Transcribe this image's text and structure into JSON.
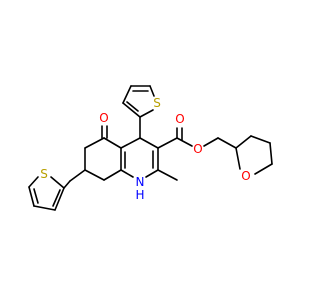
{
  "colors": {
    "bond": "#000000",
    "carbon": "#000000",
    "oxygen": "#ff0000",
    "nitrogen": "#0000ff",
    "sulfur": "#b8a000",
    "background": "#ffffff"
  },
  "atoms": [
    {
      "id": "o_ketone",
      "label": "O",
      "element": "oxygen"
    },
    {
      "id": "s_top_thiophene",
      "label": "S",
      "element": "sulfur"
    },
    {
      "id": "s_left_thiophene",
      "label": "S",
      "element": "sulfur"
    },
    {
      "id": "o_carbonyl",
      "label": "O",
      "element": "oxygen"
    },
    {
      "id": "o_ester",
      "label": "O",
      "element": "oxygen"
    },
    {
      "id": "o_thf",
      "label": "O",
      "element": "oxygen"
    },
    {
      "id": "n_amine",
      "label": "N",
      "element": "nitrogen"
    },
    {
      "id": "h_amine",
      "label": "H",
      "element": "nitrogen"
    }
  ]
}
